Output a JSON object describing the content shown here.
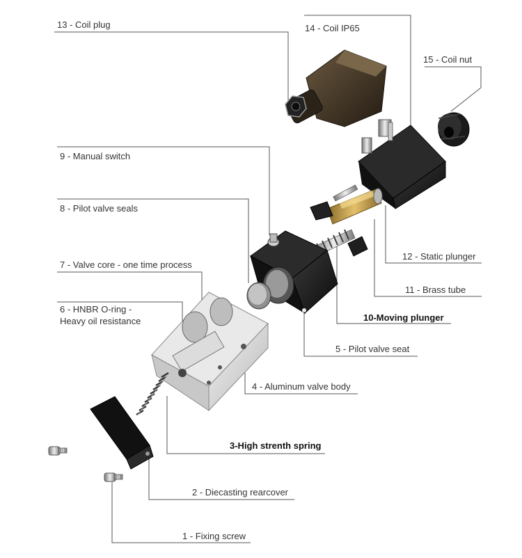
{
  "labels": {
    "coil_plug": "13 - Coil plug",
    "coil_ip65": "14 - Coil IP65",
    "coil_nut": "15 - Coil nut",
    "manual_switch": "9 - Manual switch",
    "pilot_valve_seals": "8 - Pilot valve seals",
    "valve_core": "7 - Valve core - one time process",
    "oring_line1": "6 -  HNBR O-ring -",
    "oring_line2": "Heavy oil resistance",
    "static_plunger": "12 - Static plunger",
    "brass_tube": "11 - Brass tube",
    "moving_plunger": "10-Moving plunger",
    "pilot_valve_seat": "5 - Pilot valve seat",
    "aluminum_valve_body": "4 - Aluminum valve body",
    "spring": "3-High strenth spring",
    "rearcover": "2 - Diecasting rearcover",
    "fixing_screw": "1 - Fixing screw"
  },
  "colors": {
    "leader_line": "#555555",
    "black_part": "#141414",
    "aluminum": "#d8d8d8",
    "brass": "#c9a24a",
    "plug_brown": "#3b3022"
  }
}
